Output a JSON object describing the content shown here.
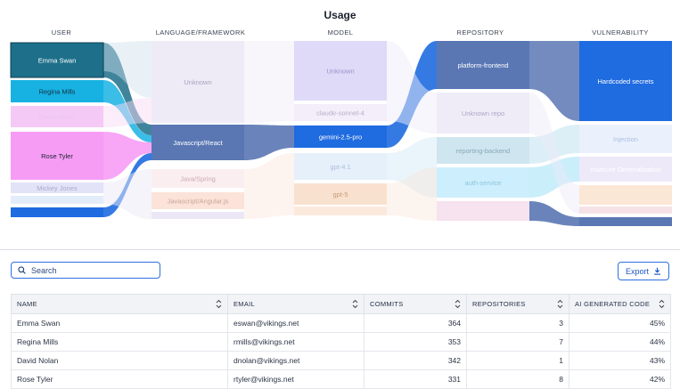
{
  "chart_title": "Usage",
  "columns": [
    "USER",
    "LANGUAGE/FRAMEWORK",
    "MODEL",
    "REPOSITORY",
    "VULNERABILITY"
  ],
  "nodes": {
    "user": [
      {
        "label": "Emma Swan",
        "color": "#1d6f8a"
      },
      {
        "label": "Regina Mills",
        "color": "#17b1e2"
      },
      {
        "label": "David Nolan",
        "color": "#f5c9f5"
      },
      {
        "label": "Rose Tyler",
        "color": "#f79cf5"
      },
      {
        "label": "Mickey Jones",
        "color": "#e2e3f7"
      },
      {
        "label": "",
        "color": "#e3ecf9"
      },
      {
        "label": "",
        "color": "#1f6be0"
      }
    ],
    "language": [
      {
        "label": "Unknown",
        "color": "#eeeaf6"
      },
      {
        "label": "Javascript/React",
        "color": "#5a77b4"
      },
      {
        "label": "Java/Spring",
        "color": "#fbeef0"
      },
      {
        "label": "Javascript/Angular.js",
        "color": "#fbe3d9"
      },
      {
        "label": "",
        "color": "#ece7f6"
      }
    ],
    "model": [
      {
        "label": "Unknown",
        "color": "#dedaf7"
      },
      {
        "label": "claude-sonnet-4",
        "color": "#f3eefa"
      },
      {
        "label": "gemini-2.5-pro",
        "color": "#1f6be0"
      },
      {
        "label": "gpt-4.1",
        "color": "#e6f0fb"
      },
      {
        "label": "gpt-5",
        "color": "#f9e1cf"
      },
      {
        "label": "",
        "color": "#fbe9dc"
      }
    ],
    "repository": [
      {
        "label": "platform-frontend",
        "color": "#5a77b4"
      },
      {
        "label": "Unknown repo",
        "color": "#efecf8"
      },
      {
        "label": "reporting-backend",
        "color": "#cfe5ef"
      },
      {
        "label": "auth-service",
        "color": "#cdeefc"
      },
      {
        "label": "",
        "color": "#f7e2ef"
      }
    ],
    "vulnerability": [
      {
        "label": "Hardcoded secrets",
        "color": "#1f6be0"
      },
      {
        "label": "Injection",
        "color": "#eaf1fc"
      },
      {
        "label": "Insecure Deserialization",
        "color": "#ede9f8"
      },
      {
        "label": "",
        "color": "#fbe7d6"
      },
      {
        "label": "",
        "color": "#f6e2e6"
      },
      {
        "label": "",
        "color": "#5a77b4"
      }
    ]
  },
  "search": {
    "placeholder": "Search",
    "value": ""
  },
  "export_label": "Export",
  "table": {
    "headers": [
      "NAME",
      "EMAIL",
      "COMMITS",
      "REPOSITORIES",
      "AI GENERATED CODE"
    ],
    "rows": [
      [
        "Emma Swan",
        "eswan@vikings.net",
        "364",
        "3",
        "45%"
      ],
      [
        "Regina Mills",
        "rmills@vikings.net",
        "353",
        "7",
        "44%"
      ],
      [
        "David Nolan",
        "dnolan@vikings.net",
        "342",
        "1",
        "43%"
      ],
      [
        "Rose Tyler",
        "rtyler@vikings.net",
        "331",
        "8",
        "42%"
      ]
    ]
  }
}
